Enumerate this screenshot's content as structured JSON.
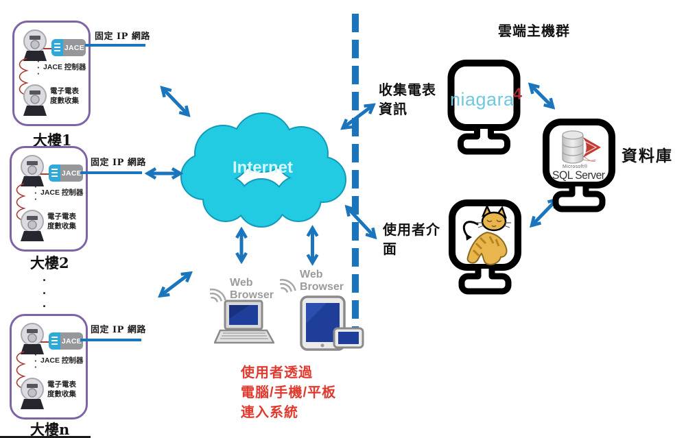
{
  "colors": {
    "accent_blue": "#1B75BC",
    "cloud_fill": "#22CBE2",
    "cloud_stroke": "#139AB8",
    "building_border": "#7E63A6",
    "chain_red": "#A93A32",
    "note_red": "#E03A2F",
    "niagara_text_blue": "#6FC8E0",
    "niagara_four_red": "#A53034",
    "tomcat_body": "#E9B54D",
    "device_screen_navy": "#1E3E99"
  },
  "icons": {
    "meter": "electric-meter-icon",
    "jace": "jace-device-icon",
    "cloud": "internet-cloud",
    "laptop": "laptop-icon",
    "tablet": "tablet-phone-icon",
    "wifi": "signal-arcs-icon",
    "monitor": "monitor-outline-icon",
    "tomcat": "tomcat-cat-icon",
    "sql_db": "sql-server-database-icon",
    "arrow": "double-headed-arrow"
  },
  "left": {
    "fixed_ip_label": "固定 IP 網路",
    "jace_chip_label": "JACE",
    "controller_label": "JACE 控制器",
    "meter_label_line1": "電子電表",
    "meter_label_line2": "度數收集",
    "dot": "·",
    "buildings": [
      {
        "name": "大樓1"
      },
      {
        "name": "大樓2"
      },
      {
        "name": "大樓n"
      }
    ]
  },
  "cloud": {
    "label": "Internet"
  },
  "devices": {
    "browser_label_line1": "Web",
    "browser_label_line2": "Browser"
  },
  "note": {
    "line1": "使用者透過",
    "line2": "電腦/手機/平板",
    "line3": "連入系統"
  },
  "right": {
    "title": "雲端主機群",
    "collect_line1": "收集電表",
    "collect_line2": "資訊",
    "ui_line1": "使用者介",
    "ui_line2": "面",
    "niagara_text": "niagara",
    "niagara_sup": "4",
    "sql_brand": "Microsoft®",
    "sql_name": "SQL Server",
    "db_label": "資料庫"
  }
}
